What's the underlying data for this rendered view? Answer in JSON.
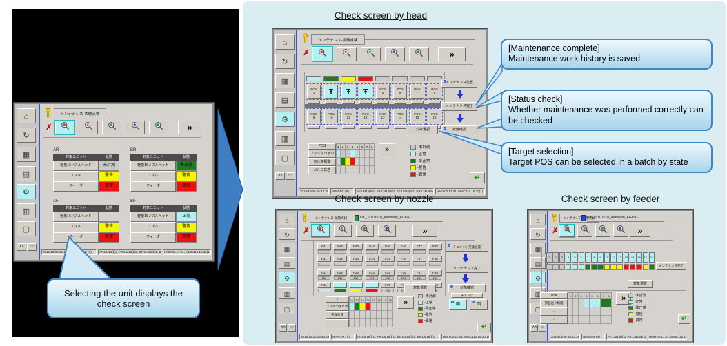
{
  "colors": {
    "normal": "#b4f0f2",
    "semi_normal": "#1c7d1c",
    "warning": "#f6f600",
    "error": "#ee1111",
    "unmeasured": "#c8c8c8",
    "accent_blue": "#3e7fc4",
    "callout_border": "#3f86c4",
    "selection_dash": "#4f63d2"
  },
  "icons": {
    "more": "»",
    "return": "↵",
    "red_x": "✗",
    "collapse": "∧",
    "print": "▭",
    "pos_head": "Ŧ"
  },
  "sidebar_icons": [
    {
      "name": "home",
      "glyph": "⌂"
    },
    {
      "name": "changeover",
      "glyph": "↻"
    },
    {
      "name": "board",
      "glyph": "▦"
    },
    {
      "name": "production-data",
      "glyph": "▤"
    },
    {
      "name": "maintenance",
      "glyph": "⚙",
      "selected": true
    },
    {
      "name": "documents",
      "glyph": "▥"
    },
    {
      "name": "storage",
      "glyph": "▢"
    }
  ],
  "sidebar_bottom": [
    {
      "name": "collapse",
      "glyph": "∧"
    },
    {
      "name": "print",
      "glyph": "▭"
    }
  ],
  "toolbar_items": [
    {
      "name": "head-check"
    },
    {
      "name": "nozzle-check"
    },
    {
      "name": "holder-check"
    },
    {
      "name": "feeder-check"
    },
    {
      "name": "unit-check"
    }
  ],
  "toolbar_dot_colors": [
    "#c03030",
    "#d06080",
    "#30a050",
    "#3050c0",
    "#208060"
  ],
  "legend_items": [
    {
      "key": "unmeasured",
      "label": "未計測"
    },
    {
      "key": "normal",
      "label": "正常"
    },
    {
      "key": "semi_normal",
      "label": "準正常"
    },
    {
      "key": "warning",
      "label": "警告"
    },
    {
      "key": "error",
      "label": "異常"
    }
  ],
  "statusbar": {
    "time": "2015/10/30 16:43:39",
    "machine": "NPM-DX (X)",
    "units": "AF:LM16(b)1, AR:LM16(b)1, BF:LM16(b)1, BR:LM16(b)1",
    "version": "HMIY02.17.01, MMC110.15.30(1)"
  },
  "sections": {
    "head": "Check screen by head",
    "nozzle": "Check screen by nozzle",
    "feeder": "Check screen by feeder"
  },
  "left_callout": {
    "line1": "Selecting the unit displays the",
    "line2": "check screen"
  },
  "callouts": [
    {
      "title": "[Maintenance complete]",
      "body": "Maintenance work history is saved"
    },
    {
      "title": "[Status check]",
      "body": "Whether maintenance was performed correctly can be checked"
    },
    {
      "title": "[Target selection]",
      "body": "Target POS can be selected in a batch by state"
    }
  ],
  "left_screen": {
    "tab_title": "メンテナンス-状態点検",
    "unit_header": "対象ユニット",
    "status_header": "状態",
    "groups": [
      {
        "name": "AR",
        "rows": [
          {
            "unit": "軽量16ノズルヘッド",
            "status": "未計測",
            "key": "unmeasured"
          },
          {
            "unit": "ノズル",
            "status": "警告",
            "key": "warning"
          },
          {
            "unit": "フィーダ",
            "status": "異常",
            "key": "error"
          }
        ]
      },
      {
        "name": "BR",
        "rows": [
          {
            "unit": "軽量16ノズルヘッド",
            "status": "準正常",
            "key": "semi_normal"
          },
          {
            "unit": "ノズル",
            "status": "警告",
            "key": "warning"
          },
          {
            "unit": "フィーダ",
            "status": "異常",
            "key": "error"
          }
        ]
      },
      {
        "name": "AF",
        "rows": [
          {
            "unit": "軽量16ノズルヘッド",
            "status": "-",
            "key": "none"
          },
          {
            "unit": "ノズル",
            "status": "警告",
            "key": "warning"
          },
          {
            "unit": "フィーダ",
            "status": "異常",
            "key": "error"
          }
        ]
      },
      {
        "name": "BF",
        "rows": [
          {
            "unit": "軽量16ノズルヘッド",
            "status": "正常",
            "key": "normal"
          },
          {
            "unit": "ノズル",
            "status": "警告",
            "key": "warning"
          },
          {
            "unit": "フィーダ",
            "status": "異常",
            "key": "error"
          }
        ]
      }
    ]
  },
  "head_screen": {
    "tab_title": "メンテナンス-状態点検",
    "pos_label": "POS",
    "column_status": [
      "normal",
      "semi_normal",
      "warning",
      "error",
      "unmeasured",
      "unmeasured",
      "unmeasured",
      "unmeasured"
    ],
    "pos_row1": [
      {
        "n": "1"
      },
      {
        "n": "2",
        "sel": true
      },
      {
        "n": "3",
        "sel": true
      },
      {
        "n": "4",
        "sel": true
      },
      {
        "n": "5"
      },
      {
        "n": "6"
      },
      {
        "n": "7"
      },
      {
        "n": "8"
      }
    ],
    "pos_row2": [
      {
        "n": "9"
      },
      {
        "n": "10"
      },
      {
        "n": "11"
      },
      {
        "n": "12"
      },
      {
        "n": "13"
      },
      {
        "n": "14"
      },
      {
        "n": "15"
      },
      {
        "n": "16"
      }
    ],
    "buttons": {
      "maintenance_position": "メンテナンス位置",
      "maintenance_complete": "メンテナンス完了",
      "status_check": "状態確認",
      "target_select": "対象選択"
    },
    "table": {
      "header": "POS",
      "cols": [
        "1",
        "2",
        "3",
        "4",
        "5",
        "6",
        "7",
        "8"
      ],
      "rows": [
        {
          "label": "フィルタつまり",
          "cells": [
            "normal",
            "unmeasured",
            "unmeasured",
            "normal",
            "",
            "",
            "",
            ""
          ]
        },
        {
          "label": "ホルダ摺動",
          "cells": [
            "",
            "semi_normal",
            "warning",
            "error",
            "",
            "",
            "",
            ""
          ]
        },
        {
          "label": "バルブ応答",
          "cells": [
            "",
            "",
            "",
            "",
            "",
            "",
            "",
            ""
          ]
        }
      ]
    }
  },
  "nozzle_screen": {
    "tab_title": "メンテナンス-状態点検",
    "file_name": "DX_10101010_Alternate_AGING",
    "grid_rows": [
      {
        "cells": [
          {
            "t": "F41"
          },
          {
            "t": "F42"
          },
          {
            "t": "F43"
          },
          {
            "t": "F44"
          },
          {
            "t": "F45"
          },
          {
            "t": "F46"
          },
          {
            "t": "F47"
          },
          {
            "t": "F48"
          }
        ],
        "strips": [
          {},
          {},
          {},
          {},
          {},
          {},
          {},
          {}
        ]
      },
      {
        "cells": [
          {
            "t": "F31"
          },
          {
            "t": "F32"
          },
          {
            "t": "F33"
          },
          {
            "t": "F34"
          },
          {
            "t": "F35"
          },
          {
            "t": "F36"
          },
          {
            "t": "F37"
          },
          {
            "t": "F38"
          }
        ],
        "strips": [
          {},
          {},
          {},
          {},
          {},
          {},
          {},
          {}
        ]
      },
      {
        "cells": [
          {
            "t": "F21"
          },
          {
            "t": "F22"
          },
          {
            "t": "F23"
          },
          {
            "t": "F24"
          },
          {
            "t": "F25"
          },
          {
            "t": "F26"
          },
          {
            "t": "F27"
          },
          {
            "t": "F28"
          }
        ],
        "strips": [
          {
            "t": "230"
          },
          {
            "t": "230"
          },
          {
            "t": "230"
          },
          {
            "t": "230"
          },
          {
            "t": "230"
          },
          {
            "t": "230"
          },
          {
            "t": "230"
          },
          {
            "t": "230"
          }
        ]
      },
      {
        "cells": [
          {
            "t": "F11"
          },
          {
            "t": "-",
            "key": "normal"
          },
          {
            "t": "-",
            "key": "normal"
          },
          {
            "t": "-",
            "key": "normal"
          },
          {
            "t": "F15"
          },
          {
            "t": "F16"
          },
          {
            "t": "F17"
          },
          {
            "t": "F18"
          }
        ],
        "strips": [
          {
            "key": "normal"
          },
          {
            "key": "semi_normal"
          },
          {
            "key": "warning"
          },
          {
            "key": "error"
          },
          {
            "t": "230"
          },
          {
            "t": "230"
          },
          {
            "t": "230"
          },
          {
            "t": "230"
          }
        ]
      }
    ],
    "buttons": {
      "changer_position": "チェンジャ交換位置",
      "maintenance_complete": "メンテナンス完了",
      "status_check": "状態確認",
      "target_select": "対象選択",
      "check_group": "チェック",
      "check_a": "図",
      "check_b": "図"
    },
    "table": {
      "header": "F",
      "cols": [
        "11",
        "12",
        "13",
        "14",
        "15",
        "16",
        "17",
        "18"
      ],
      "rows": [
        {
          "label": "ノズルつまり状態",
          "cells": [
            "normal",
            "semi_normal",
            "warning",
            "error",
            "",
            "",
            "",
            ""
          ]
        },
        {
          "label": "先端状態",
          "cells": [
            "",
            "",
            "",
            "",
            "",
            "",
            "",
            ""
          ]
        },
        {
          "label": "-",
          "cells": [
            "",
            "",
            "",
            "",
            "",
            "",
            "",
            ""
          ]
        }
      ]
    }
  },
  "feeder_screen": {
    "tab_title": "メンテナンス-状態点検",
    "file_name": "DX_10101010_Alternate_AGING",
    "slots": [
      {
        "n": "1",
        "btn": "unmeasured",
        "strip": "unmeasured"
      },
      {
        "n": "2",
        "btn": "unmeasured",
        "strip": "unmeasured"
      },
      {
        "n": "3",
        "btn": "unmeasured",
        "strip": "unmeasured"
      },
      {
        "n": "4",
        "btn": "normal",
        "strip": "normal"
      },
      {
        "n": "5",
        "btn": "normal",
        "strip": "normal"
      },
      {
        "n": "6",
        "btn": "normal",
        "strip": "normal"
      },
      {
        "n": "7",
        "btn": "normal",
        "strip": "semi_normal"
      },
      {
        "n": "8",
        "btn": "normal",
        "strip": "semi_normal"
      },
      {
        "n": "9",
        "btn": "normal",
        "strip": "semi_normal"
      },
      {
        "n": "10",
        "btn": "normal",
        "strip": "warning"
      },
      {
        "n": "11",
        "btn": "normal",
        "strip": "warning"
      },
      {
        "n": "12",
        "btn": "normal",
        "strip": "warning"
      },
      {
        "n": "13",
        "btn": "normal",
        "strip": "error"
      },
      {
        "n": "14",
        "btn": "normal",
        "strip": "error"
      },
      {
        "n": "15",
        "btn": "normal",
        "strip": "error"
      },
      {
        "n": "16",
        "btn": "normal",
        "strip": "warning"
      },
      {
        "n": "17",
        "btn": "normal",
        "strip": "semi_normal"
      }
    ],
    "buttons": {
      "maintenance_complete": "メンテナンス完了",
      "target_select": "対象選択"
    },
    "table": {
      "header": "ADR",
      "cols": [
        "1",
        "2",
        "3",
        "4",
        "5",
        "6",
        "7",
        "8"
      ],
      "rows": [
        {
          "label": "部品送り精度",
          "cells": [
            "",
            "",
            "",
            "normal",
            "normal",
            "normal",
            "semi_normal",
            "semi_normal"
          ]
        },
        {
          "label": "-",
          "cells": [
            "",
            "",
            "",
            "",
            "",
            "",
            "",
            ""
          ]
        },
        {
          "label": "-",
          "cells": [
            "",
            "",
            "",
            "",
            "",
            "",
            "",
            ""
          ]
        }
      ]
    }
  }
}
